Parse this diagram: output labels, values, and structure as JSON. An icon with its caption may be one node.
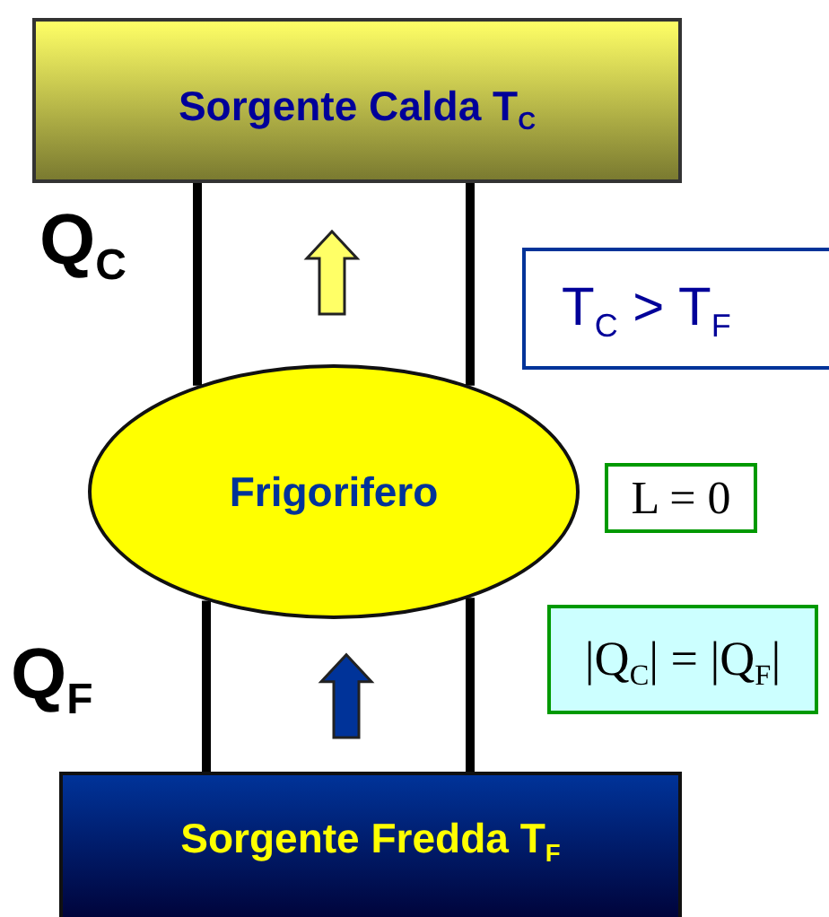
{
  "diagram": {
    "nodes": [
      {
        "text": [
          "Sorgente Calda T$_{C}$"
        ]
      },
      {
        "text": [
          "Frigorifero"
        ]
      },
      {
        "text": [
          "Sorgente Fredda T$_{F}$"
        ]
      },
      {
        "text": [
          "T$_{C}$ > T$_{F}$"
        ]
      },
      {
        "text": [
          "L = 0"
        ]
      },
      {
        "text": [
          "|Q$_{C}$| = |Q$_{F}$|"
        ]
      }
    ],
    "edges": [
      {
        "from": 0,
        "to": 1,
        "arrow": "none"
      },
      {
        "from": 0,
        "to": 1,
        "arrow": "none"
      },
      {
        "from": 1,
        "to": 2,
        "arrow": "none"
      },
      {
        "from": 1,
        "to": 2,
        "arrow": "none"
      },
      {
        "from": 1,
        "to": 0,
        "arrow": "to",
        "style": "thick",
        "color": "#ffff66"
      },
      {
        "from": 2,
        "to": 1,
        "arrow": "to",
        "style": "thick",
        "color": "#003399"
      }
    ],
    "labels": [
      "Q$_{C}$",
      "Q$_{F}$"
    ]
  }
}
